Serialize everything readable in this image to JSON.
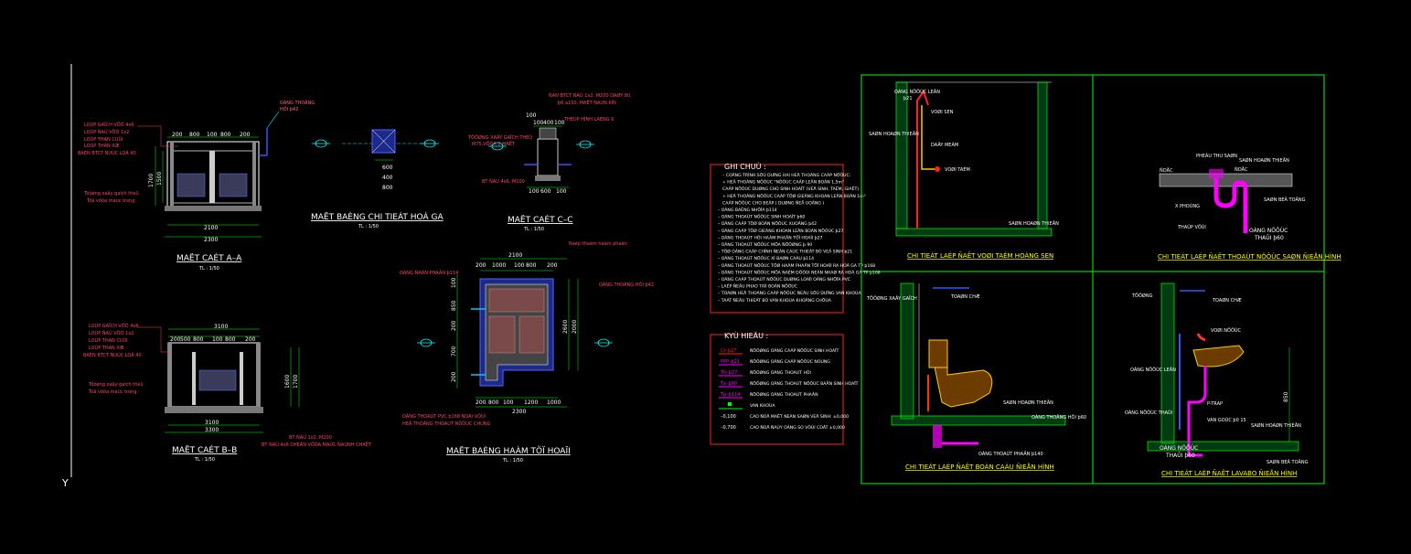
{
  "colors": {
    "background": "#000000",
    "white": "#ffffff",
    "green": "#00ff00",
    "red": "#ff3b3b",
    "magenta": "#ff00ff",
    "blue": "#3355ff",
    "yellow": "#ffff00",
    "cyan": "#00ffff"
  },
  "axis": {
    "y_label": "Y"
  },
  "section_aa": {
    "title": "MAËT CAÉT A–A",
    "scale": "TL : 1/50",
    "dims_top": [
      "200",
      "800",
      "100",
      "800",
      "200"
    ],
    "dim_total_1": "2100",
    "dim_total_2": "2300",
    "dims_left": [
      "1700",
      "1500"
    ],
    "notes": [
      "LOÙP GAÏCH VÖÕ 4x6",
      "LOÙP ÑAÙ VÖÕ 1x2",
      "LOÙP THAN CUÛI",
      "LOÙP THAN XÆ",
      "BAÉN BTCT ÑUÙC LOÃ 40"
    ],
    "note_left": [
      "Töôøng xaây gaïch theû",
      "Toâ vöõa maùc trong"
    ],
    "vent": [
      "OÁNG THOÂNG",
      "HÔI þ42"
    ]
  },
  "section_bb": {
    "title": "MAËT CAÉT B–B",
    "scale": "TL : 1/50",
    "dims_top": [
      "200",
      "800",
      "100",
      "800",
      "200",
      "500"
    ],
    "dim_total_1": "3100",
    "dim_total_2": "3100",
    "dim_total_3": "3300",
    "dims_left": [
      "1600",
      "1700"
    ],
    "notes": [
      "LOÙP GAÏCH VÖÕ 4x6",
      "LOÙP ÑAÙ VÖÕ 1x2",
      "LOÙP THAN CUÛI",
      "LOÙP THAN XÆ",
      "BAÉN BTCT ÑUÙC LOÃ 40"
    ],
    "note_left": [
      "Töôøng xaây gaïch theû",
      "Toâ vöõa maùc trong"
    ],
    "bottom_notes": [
      "BT ÑAÙ 1x2, M200",
      "BT ÑAÙ 4x6 CHEÅN VÖÕA MAÙC ÑAÙNH CHAËT"
    ]
  },
  "plan_ga": {
    "title": "MAËT BAÈNG CHI TIEÁT HOÁ GA",
    "scale": "TL : 1/50"
  },
  "section_cc": {
    "title": "MAËT CAÉT C–C",
    "scale": "TL : 1/50",
    "dims_top": [
      "100",
      "100",
      "400",
      "100"
    ],
    "dims_bottom": [
      "100",
      "600",
      "100"
    ],
    "dims_plan": [
      "600",
      "400",
      "800"
    ],
    "notes": [
      "ÑAN BTCT ÑAÙ 1x2, M200 DAØY 80,",
      "þ6 a150, MAËT ÑAÙN KÍN",
      "THEÙP HÌNH LAÉNG 6",
      "TÖÔØNG XAÂY GAÏCH THEÛ",
      "M75,VÖÕA 2 MAËT",
      "BT ÑAÙ 4x6, M100"
    ]
  },
  "plan_tank": {
    "title": "MAËT BAÈNG HAÀM TÖÏ HOAÏI",
    "scale": "TL : 1/50",
    "dims_top": [
      "2100",
      "200",
      "1000",
      "100",
      "800",
      "200"
    ],
    "dims_bottom": [
      "2300",
      "200",
      "800",
      "100",
      "1200",
      "1000"
    ],
    "dims_left": [
      "100",
      "850",
      "200",
      "700",
      "200"
    ],
    "dims_right": [
      "2600",
      "2000"
    ],
    "notes": [
      "Naép thaêm haàm phaân",
      "OÁNG ÑAÀN PHAÂN þ114",
      "OÁNG THOÂNG HÔI þ42",
      "OÁNG THOAÙT PVC þ168 NOÁI VÔÙI",
      "HEÄ THOÁNG THOAÙT NÖÔÙC CHUNG"
    ]
  },
  "ghichu": {
    "title": "GHI CHUÙ :",
    "lines": [
      "– COÂNG TRÌNH SÖÛ DUÏNG HAI HEÄ THOÁNG CAÁP NÖÔÙC:",
      "+ HEÄ THOÁNG NÖÔÙC \"NÖÔÙC CAÁP LEÂN BOÀN 1,5m\"",
      "CAÁP NÖÔÙC DUØNG CHO SINH HOAÏT (VEÄ SINH, TAÉM, GIAËT)",
      "+ HEÄ THOÁNG NÖÔÙC CAÁP TÖØ GIEÁNG KHOAN LEÂN BOÀN 1m³",
      "CAÁP NÖÔÙC CHO BEÁP ( DUØNG ÑEÅ UOÁNG )",
      "– OÁNG BAÈNG NHÖÏA þ114",
      "– OÁNG THOAÙT NÖÔÙC SINH HOAÏT þ60",
      "– OÁNG CAÁP TÖØ BOÀN NÖÔÙC XUOÁNG þ42",
      "– OÁNG CAÁP TÖØ GIEÁNG KHOAN LEÂN BOÀN NÖÔÙC þ27",
      "– OÁNG THOAÙT HÔI HAÀM PHAÂN TÖÏ HOAÏI þ27",
      "– OÁNG THOAÙT NÖÔÙC MÖA ÑÖÔØNG þ 90",
      "– TÖØ OÁNG CAÁP CHÍNH ÑEÁN CAÙC THIEÁT BÒ VEÄ SINH þ21",
      "– OÁNG THOAÙT NÖÔÙC XÍ BAØN CAÀU þ114",
      "– OÁNG THOAÙT NÖÔÙC TÖØ HAÀM PHAÂN TÖÏ HOAÏI RA HOÁ GA TP þ168",
      "– OÁNG THOAÙT NÖÔÙC MÖA NAÈM DÖÔÙI NEÀN NHAØ RA HOÁ GA TP þ168",
      "– OÁNG CAÁP THOAÙT NÖÔÙC DUØNG LOAÏI OÁNG NHÖÏA PVC",
      "– LAÉP ÑEÀU PHAO TAÏI BOÀN NÖÔÙC",
      "– TOAØN HEÄ THOÁNG CAÁP NÖÔÙC ÑEÀU SÖÛ DUÏNG VAN KHOÙA",
      "– TAÁT ÑEÀU THIEÁT BÒ VAN KHOÙA KHOÂNG CHÖÙA"
    ]
  },
  "kyhieu": {
    "title": "KYÙ HIEÄU :",
    "items": [
      {
        "code": "Ct–þ27",
        "desc": "ÑÖÔØNG OÁNG CAÁP NÖÔÙC SINH HOAÏT"
      },
      {
        "code": "PPP–þ21",
        "desc": "ÑÖÔØNG OÁNG CAÁP NÖÔÙC NOÙNG"
      },
      {
        "code": "Th–þ27",
        "desc": "ÑÖÔØNG OÁNG THOAÙT HÔI"
      },
      {
        "code": "Tx–þ90",
        "desc": "ÑÖÔØNG OÁNG THOAÙT NÖÔÙC BAÅN SINH HOAÏT"
      },
      {
        "code": "Tp–þ114",
        "desc": "ÑÖÔØNG OÁNG THOAÙT PHAÂN"
      },
      {
        "code": "",
        "desc": "VAN KHOÙA"
      },
      {
        "code": "–0,100",
        "desc": "CAO ÑOÄ MAËT NEÀN SAØN VEÄ SINH: ±0,000"
      },
      {
        "code": "–0,700",
        "desc": "CAO ÑOÄ ÑAÙY OÁNG SO VÔÙI COÁT ±0,000"
      }
    ]
  },
  "detail_shower": {
    "title": "CHI TIEÁT  LAÉP ÑAËT VOØI TAÉM HOÀNG SEN",
    "labels": [
      "OÁNG NÖÔÙC LEÂN",
      "þ21",
      "VOØI SEN",
      "SAØN HOAØN THIEÄN",
      "DAÂY MEÀM",
      "VOØI TAÉM",
      "SAØN HOAØN THIEÄN"
    ]
  },
  "detail_floordrain": {
    "title": "CHI TIEÁT LAÉP ÑAËT THOAÙT NÖÔÙC SAØN ÑIEÅN HÌNH",
    "labels": [
      "PHEÃU THU SAØN",
      "SAØN HOAØN THIEÄN",
      "ÑOÅC",
      "ÑOÅC",
      "X PHOÙNG",
      "SAØN BEÂ TOÂNG",
      "THAÙP VÔÙI",
      "OÁNG NÖÔÙC",
      "THAÛI þ60"
    ]
  },
  "detail_toilet": {
    "title": "CHI TIEÁT LAÉP ÑAËT BOÀN CAÀU ÑIEÅN HÌNH",
    "labels": [
      "TÖÔØNG XAÂY GAÏCH",
      "TOAØN CHÆ",
      "SAØN HOAØN THIEÄN",
      "OÁNG THOÂNG HÔI þ60",
      "OÁNG THOAÙT PHAÂN þ140"
    ]
  },
  "detail_lavabo": {
    "title": "CHI TIEÁT LAÉP ÑAËT LAVABO ÑIEÅN HÌNH",
    "labels": [
      "TÖÔØNG",
      "TOAØN CHÆ",
      "VOØI NÖÔÙC",
      "OÁNG NÖÔÙC LEÂN",
      "OÁNG NÖÔÙC THAÛI",
      "P-TRAP",
      "VAN GOÙC þ0 15",
      "SAØN HOAØN THIEÄN",
      "OÁNG NÖÔÙC",
      "THAÛI þ60",
      "SAØN BEÂ TOÂNG",
      "850"
    ]
  }
}
